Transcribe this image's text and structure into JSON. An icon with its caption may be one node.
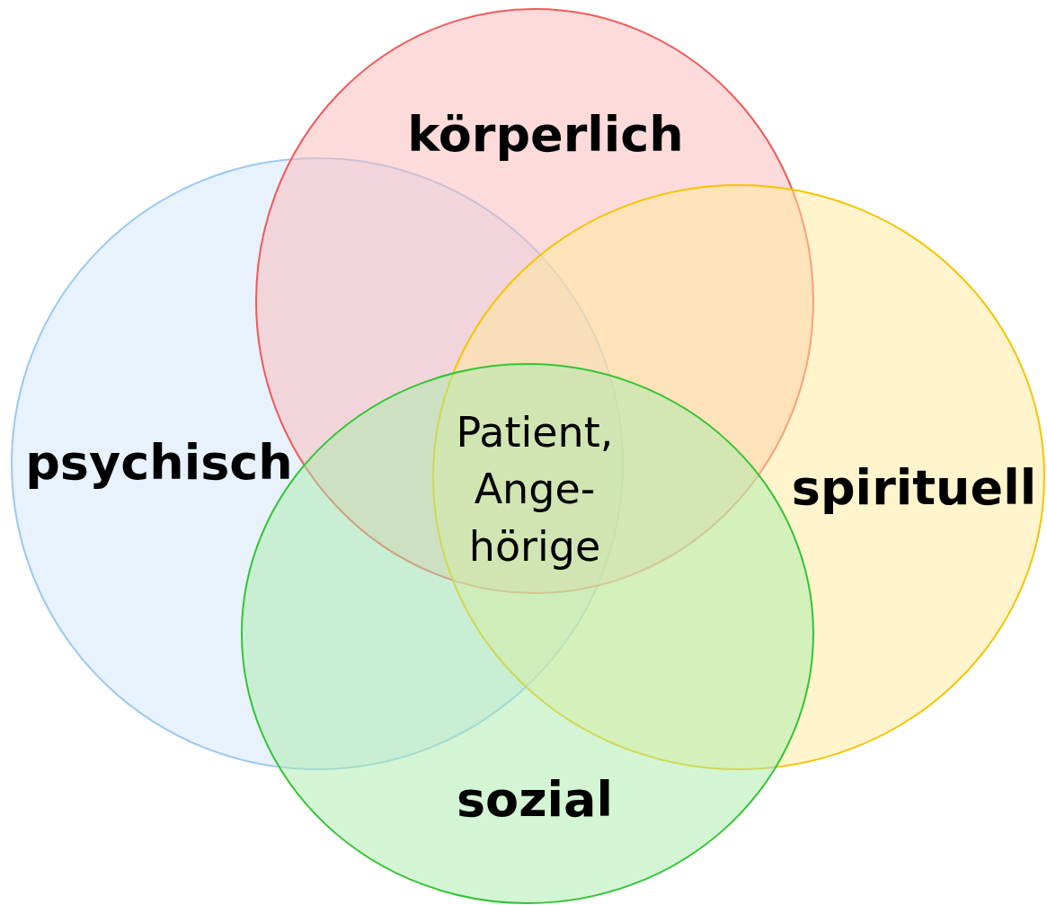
{
  "diagram": {
    "nodes": [
      {
        "text": [
          "körperlich"
        ]
      },
      {
        "text": [
          "psychisch"
        ]
      },
      {
        "text": [
          "spirituell"
        ]
      },
      {
        "text": [
          "sozial"
        ]
      }
    ],
    "labels": [
      "Patient, Ange- hörige"
    ]
  }
}
